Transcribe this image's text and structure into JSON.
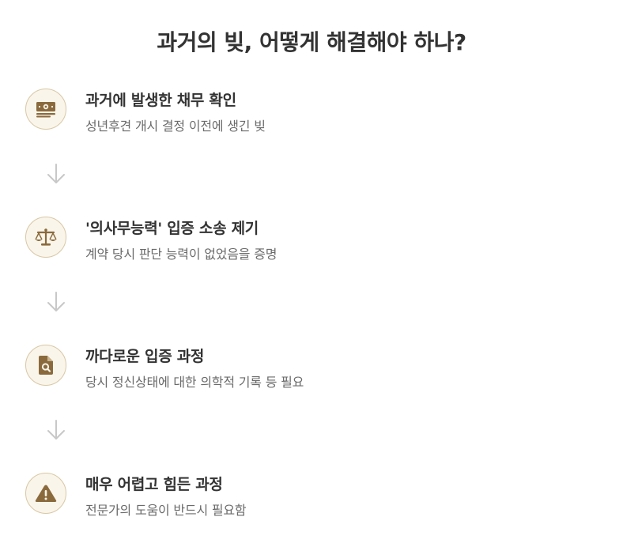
{
  "title": "과거의 빚, 어떻게 해결해야 하나?",
  "colors": {
    "icon_bg": "#faf5ea",
    "icon_border": "#d8c7a4",
    "icon_fg": "#8a6a3d",
    "arrow": "#c8c8c8"
  },
  "steps": [
    {
      "title": "과거에 발생한 채무 확인",
      "desc": "성년후견 개시 결정 이전에 생긴 빚",
      "icon": "money-bill-icon"
    },
    {
      "title": "'의사무능력' 입증 소송 제기",
      "desc": "계약 당시 판단 능력이 없었음을 증명",
      "icon": "scale-icon"
    },
    {
      "title": "까다로운 입증 과정",
      "desc": "당시 정신상태에 대한 의학적 기록 등 필요",
      "icon": "document-search-icon"
    },
    {
      "title": "매우 어렵고 힘든 과정",
      "desc": "전문가의 도움이 반드시 필요함",
      "icon": "warning-icon"
    }
  ]
}
